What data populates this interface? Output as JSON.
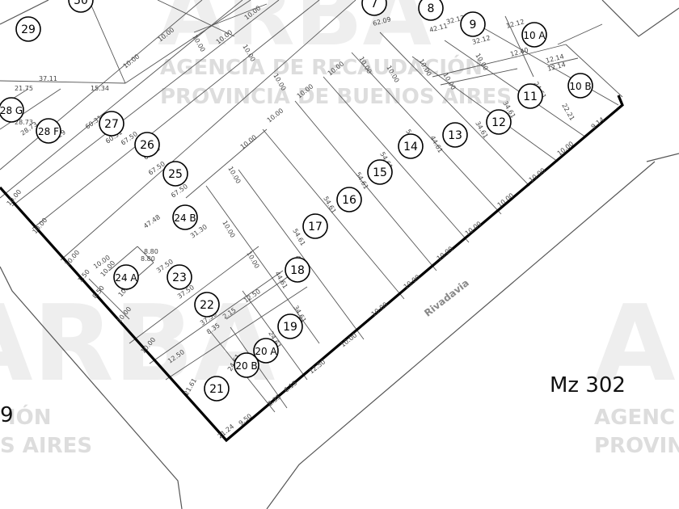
{
  "watermark": {
    "brand": "ARBA",
    "line1": "AGENCIA DE RECAUDACIÓN",
    "line2": "PROVINCIA DE BUENOS AIRES",
    "left_frag1": "IÓN",
    "left_frag2": "S AIRES",
    "right_frag1": "AGENC",
    "right_frag2": "PROVIN",
    "color": "#d9d9d9"
  },
  "block_label": "Mz 302",
  "left_block_fragment": "9",
  "street": "Rivadavia",
  "parcels": [
    "29",
    "50",
    "7",
    "8",
    "9",
    "10 A",
    "10 B",
    "11",
    "12",
    "13",
    "14",
    "15",
    "16",
    "17",
    "18",
    "19",
    "20 A",
    "20 B",
    "21",
    "22",
    "23",
    "24 A",
    "24 B",
    "25",
    "26",
    "27",
    "28 F",
    "28 G"
  ],
  "dimensions": {
    "d1000": "10.00",
    "d3711": "37.11",
    "d2175": "21.75",
    "d1534": "15.34",
    "d2873": "28.73",
    "d4029": "40.29",
    "d6031": "60.31",
    "d6750": "67.50",
    "d4748": "47.48",
    "d3130": "31.30",
    "d880": "8.80",
    "d150": "1.50",
    "d850": "8.50",
    "d3750": "37.50",
    "d5461": "54.61",
    "d4461": "44.61",
    "d3461": "34.61",
    "d1250": "12.50",
    "d2461": "24.61",
    "d215": "2.15",
    "d835": "8.35",
    "d615": "6.15",
    "d2161": "21.61",
    "d950": "9.50",
    "d2124": "21.24",
    "d3212": "32.12",
    "d1212": "12.12",
    "d1240": "12.40",
    "d1214": "12.14",
    "d2221": "22.21",
    "d914": "9.14",
    "d6209": "62.09",
    "d4211": "42.11"
  },
  "colors": {
    "line": "#555555",
    "boundary": "#000000",
    "text": "#444444",
    "street_label": "#888888"
  }
}
